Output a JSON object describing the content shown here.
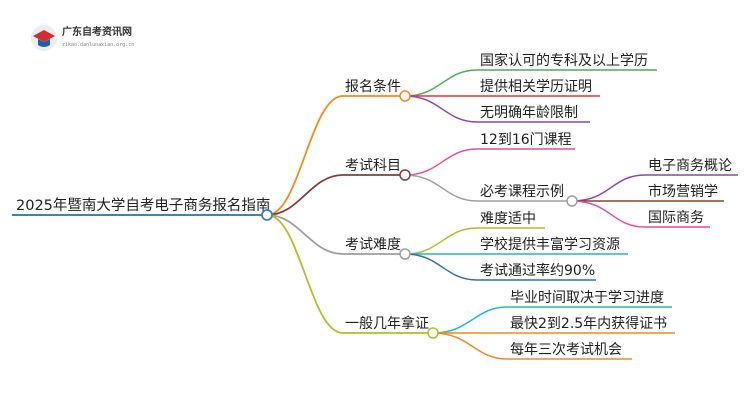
{
  "logo": {
    "name": "广东自考资讯网",
    "domain": "zikao.danlunaxiao.org.cn"
  },
  "root": {
    "label": "2025年暨南大学自考电子商务报名指南",
    "color": "#3b82c4"
  },
  "branches": [
    {
      "label": "报名条件",
      "color": "#f28a1e",
      "children": [
        {
          "label": "国家认可的专科及以上学历",
          "color": "#4caf50"
        },
        {
          "label": "提供相关学历证明",
          "color": "#e53935"
        },
        {
          "label": "无明确年龄限制",
          "color": "#8e44ad"
        }
      ]
    },
    {
      "label": "考试科目",
      "color": "#8b3a3a",
      "children": [
        {
          "label": "12到16门课程",
          "color": "#e84ba0"
        },
        {
          "label": "必考课程示例",
          "color": "#9e9e9e",
          "children": [
            {
              "label": "电子商务概论",
              "color": "#8e44ad"
            },
            {
              "label": "市场营销学",
              "color": "#7b4a2e"
            },
            {
              "label": "国际商务",
              "color": "#e84ba0"
            }
          ]
        }
      ]
    },
    {
      "label": "考试难度",
      "color": "#9e9e9e",
      "children": [
        {
          "label": "难度适中",
          "color": "#b5bd2a"
        },
        {
          "label": "学校提供丰富学习资源",
          "color": "#1fb9c9"
        },
        {
          "label": "考试通过率约90%",
          "color": "#2e6fb0"
        }
      ]
    },
    {
      "label": "一般几年拿证",
      "color": "#b5bd2a",
      "children": [
        {
          "label": "毕业时间取决于学习进度",
          "color": "#1fb9c9"
        },
        {
          "label": "最快2到2.5年内获得证书",
          "color": "#f28a1e"
        },
        {
          "label": "每年三次考试机会",
          "color": "#f28a1e"
        }
      ]
    }
  ]
}
